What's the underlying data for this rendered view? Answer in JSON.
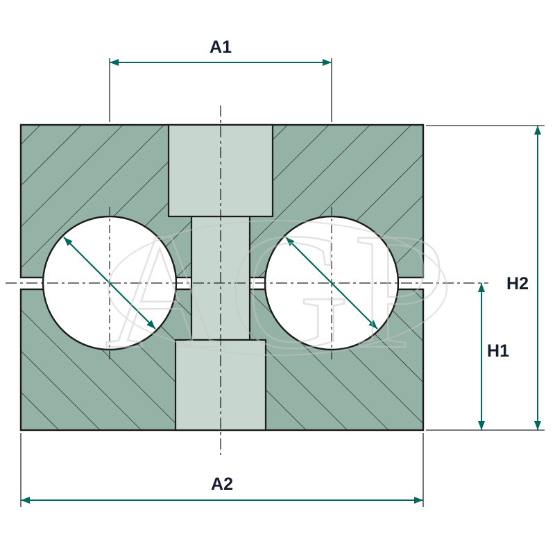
{
  "drawing": {
    "description": "sectional-technical-drawing-of-double-pipe-clamp",
    "dimension_labels": {
      "a1": "A1",
      "a2": "A2",
      "h1": "H1",
      "h2": "H2"
    },
    "watermark_text": "AGP",
    "colors": {
      "block_fill": "#94b2a5",
      "bolt_fill": "#c7d7cf",
      "bore_fill": "#ffffff",
      "outline": "#1c1c1c",
      "dimension": "#00695e",
      "label_text": "#161d2e",
      "watermark": "#c6c6c6",
      "background": "#ffffff"
    }
  }
}
